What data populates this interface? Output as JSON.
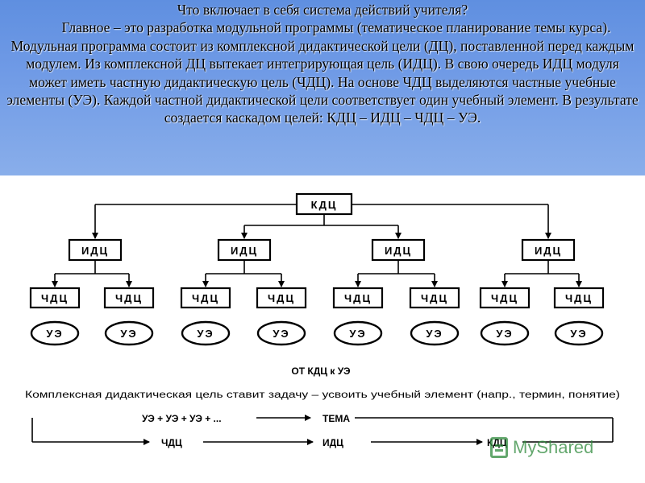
{
  "header": {
    "title": "Что включает в себя система действий учителя?",
    "body": "Главное – это разработка модульной программы (тематическое планирование темы курса). Модульная программа состоит из комплексной дидактической цели (ДЦ), поставленной перед каждым модулем. Из комплексной ДЦ вытекает интегрирующая цель (ИДЦ). В свою очередь ИДЦ модуля может иметь частную дидактическую цель (ЧДЦ). На основе ЧДЦ выделяются частные учебные элементы (УЭ). Каждой частной дидактической цели соответствует один учебный элемент. В результате создается каскадом целей: КДЦ – ИДЦ – ЧДЦ – УЭ."
  },
  "diagram": {
    "root_label": "КДЦ",
    "level2_label": "ИДЦ",
    "level3_label": "ЧДЦ",
    "level4_label": "УЭ",
    "subtitle": "ОТ КДЦ к УЭ",
    "caption": "Комплексная дидактическая цель ставит задачу – усвоить учебный элемент (напр., термин, понятие)",
    "flow_row1": {
      "left": "УЭ + УЭ + УЭ + ...",
      "right": "ТЕМА"
    },
    "flow_row2": {
      "left": "ЧДЦ",
      "middle": "ИДЦ",
      "right": "КДЦ"
    }
  },
  "watermark": {
    "text": "MyShared"
  }
}
